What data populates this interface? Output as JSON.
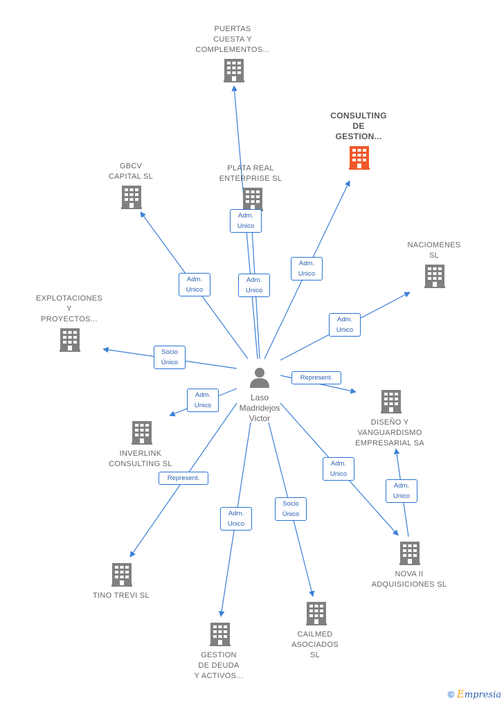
{
  "center": {
    "name": "Laso\nMadridejos\nVictor",
    "icon": "person-icon"
  },
  "companies": [
    {
      "id": "puertas",
      "label": "PUERTAS\nCUESTA Y\nCOMPLEMENTOS...",
      "icon": "building-icon"
    },
    {
      "id": "consulting",
      "label": "CONSULTING\nDE\nGESTION...",
      "icon": "building-icon",
      "highlight": true
    },
    {
      "id": "plata",
      "label": "PLATA REAL\nENTERPRISE SL",
      "icon": "building-icon"
    },
    {
      "id": "gbcv",
      "label": "GBCV\nCAPITAL  SL",
      "icon": "building-icon"
    },
    {
      "id": "naciomenes",
      "label": "NACIOMENES\nSL",
      "icon": "building-icon"
    },
    {
      "id": "explotaciones",
      "label": "EXPLOTACIONES\nY\nPROYECTOS...",
      "icon": "building-icon"
    },
    {
      "id": "diseno",
      "label": "DISEÑO Y\nVANGUARDISMO\nEMPRESARIAL SA",
      "icon": "building-icon"
    },
    {
      "id": "inverlink",
      "label": "INVERLINK\nCONSULTING SL",
      "icon": "building-icon"
    },
    {
      "id": "nova",
      "label": "NOVA II\nADQUISICIONES SL",
      "icon": "building-icon"
    },
    {
      "id": "tino",
      "label": "TINO TREVI SL",
      "icon": "building-icon"
    },
    {
      "id": "cailmed",
      "label": "CAILMED\nASOCIADOS\nSL",
      "icon": "building-icon"
    },
    {
      "id": "gestion",
      "label": "GESTION\nDE DEUDA\nY ACTIVOS...",
      "icon": "building-icon"
    }
  ],
  "relations": [
    {
      "from": "center",
      "to": "puertas",
      "label": "Adm.\nUnico"
    },
    {
      "from": "center",
      "to": "plata",
      "label": "Adm.\nUnico"
    },
    {
      "from": "center",
      "to": "consulting",
      "label": "Adm.\nUnico"
    },
    {
      "from": "center",
      "to": "gbcv",
      "label": "Adm.\nUnico"
    },
    {
      "from": "center",
      "to": "naciomenes",
      "label": "Adm.\nUnico"
    },
    {
      "from": "center",
      "to": "explotaciones",
      "label": "Socio\nÚnico"
    },
    {
      "from": "center",
      "to": "diseno",
      "label": "Represent."
    },
    {
      "from": "center",
      "to": "inverlink",
      "label": "Adm.\nUnico"
    },
    {
      "from": "center",
      "to": "nova",
      "label": "Adm.\nUnico"
    },
    {
      "from": "nova",
      "to": "diseno",
      "label": "Adm.\nUnico"
    },
    {
      "from": "center",
      "to": "tino",
      "label": "Represent."
    },
    {
      "from": "center",
      "to": "cailmed",
      "label": "Socio\nÚnico"
    },
    {
      "from": "center",
      "to": "gestion",
      "label": "Adm.\nUnico"
    }
  ],
  "colors": {
    "edge": "#3a7fd6",
    "building": "#808080",
    "building_highlight": "#f0582a",
    "person": "#808080"
  },
  "footer": {
    "copyright": "©",
    "brand_initial": "E",
    "brand_rest": "mpresia"
  }
}
